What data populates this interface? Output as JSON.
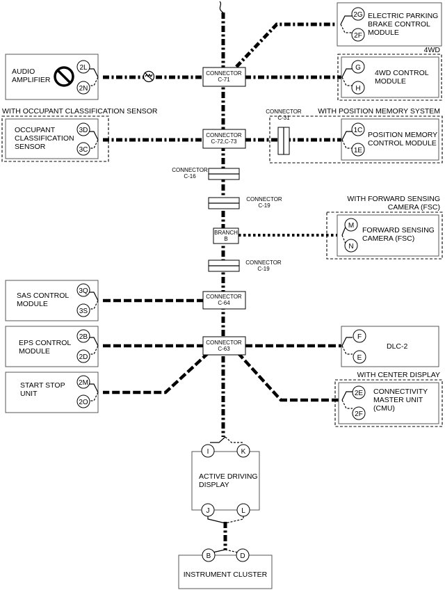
{
  "modules": {
    "epb": "ELECTRIC PARKING\nBRAKE CONTROL\nMODULE",
    "audio": "AUDIO\nAMPLIFIER",
    "fourwd": "4WD CONTROL\nMODULE",
    "ocs": "OCCUPANT\nCLASSIFICATION\nSENSOR",
    "pmcm": "POSITION MEMORY\nCONTROL MODULE",
    "fsc": "FORWARD SENSING\nCAMERA (FSC)",
    "sas": "SAS CONTROL\nMODULE",
    "eps": "EPS CONTROL\nMODULE",
    "dlc": "DLC-2",
    "ssu": "START STOP\nUNIT",
    "cmu": "CONNECTIVITY\nMASTER UNIT\n(CMU)",
    "add": "ACTIVE DRIVING\nDISPLAY",
    "ic": "INSTRUMENT CLUSTER"
  },
  "groups": {
    "fourwd": "4WD",
    "ocs": "WITH OCCUPANT CLASSIFICATION SENSOR",
    "pms": "WITH POSITION MEMORY SYSTEM",
    "fsc": "WITH FORWARD SENSING\nCAMERA (FSC)",
    "cd": "WITH CENTER DISPLAY"
  },
  "connectors": {
    "c71": "CONNECTOR\nC-71",
    "c72": "CONNECTOR\nC-72,C-73",
    "c31": "CONNECTOR\nC-31",
    "c16": "CONNECTOR\nC-16",
    "c19a": "CONNECTOR\nC-19",
    "branch": "BRANCH\nB",
    "c19b": "CONNECTOR\nC-19",
    "c64": "CONNECTOR\nC-64",
    "c63": "CONNECTOR\nC-63"
  },
  "pins": {
    "epb_top": "2G",
    "epb_bot": "2F",
    "audio_top": "2L",
    "audio_bot": "2N",
    "fourwd_top": "G",
    "fourwd_bot": "H",
    "ocs_top": "3D",
    "ocs_bot": "3C",
    "pmcm_top": "1C",
    "pmcm_bot": "1E",
    "fsc_top": "M",
    "fsc_bot": "N",
    "sas_top": "3Q",
    "sas_bot": "3S",
    "eps_top": "2B",
    "eps_bot": "2D",
    "dlc_top": "F",
    "dlc_bot": "E",
    "ssu_top": "2M",
    "ssu_bot": "2O",
    "cmu_top": "2E",
    "cmu_bot": "2F",
    "add_tl": "I",
    "add_tr": "K",
    "add_bl": "J",
    "add_br": "L",
    "ic_l": "B",
    "ic_r": "D"
  }
}
